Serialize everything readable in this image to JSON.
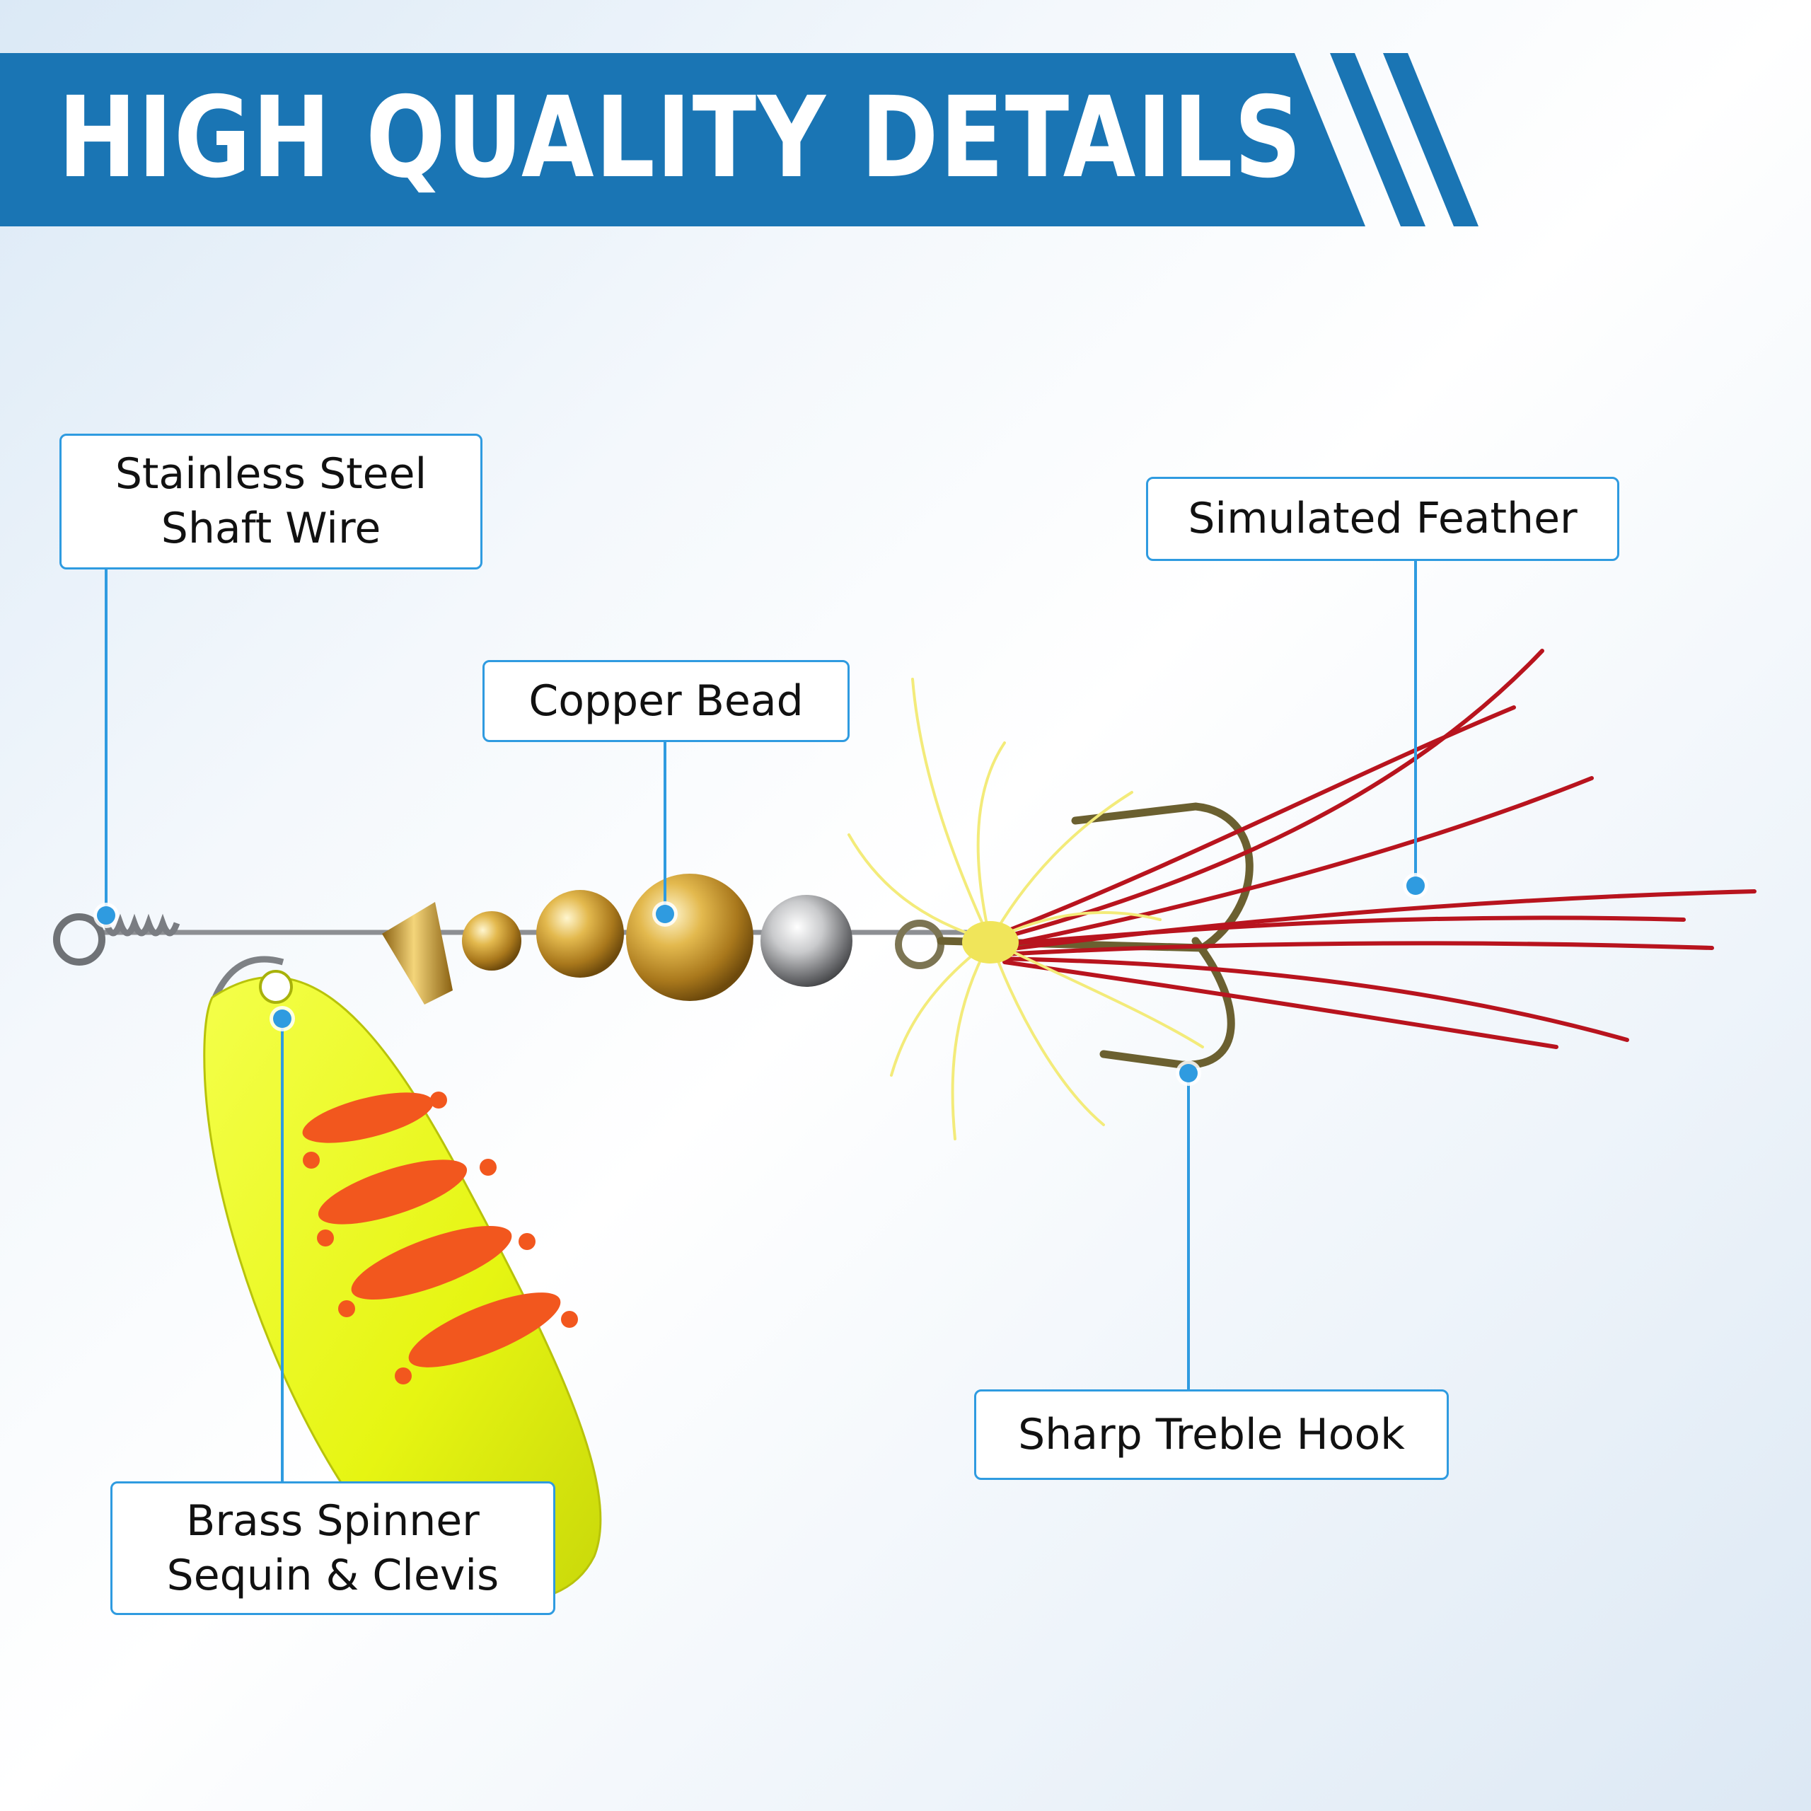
{
  "banner": {
    "title": "HIGH QUALITY DETAILS",
    "color": "#1a75b4"
  },
  "callouts": {
    "shaft_wire": "Stainless Steel\nShaft Wire",
    "copper_bead": "Copper Bead",
    "feather": "Simulated Feather",
    "treble_hook": "Sharp Treble Hook",
    "spinner_sequin": "Brass Spinner\nSequin & Clevis"
  },
  "colors": {
    "accent": "#2f9be0",
    "banner": "#1a75b4",
    "blade": "#e8f71a",
    "blade_spots": "#f2571e",
    "feather_red": "#b8141e",
    "feather_yellow": "#f3eb7a",
    "brass": "#c89a2e"
  },
  "icons": {
    "product": "spinner-fishing-lure"
  }
}
